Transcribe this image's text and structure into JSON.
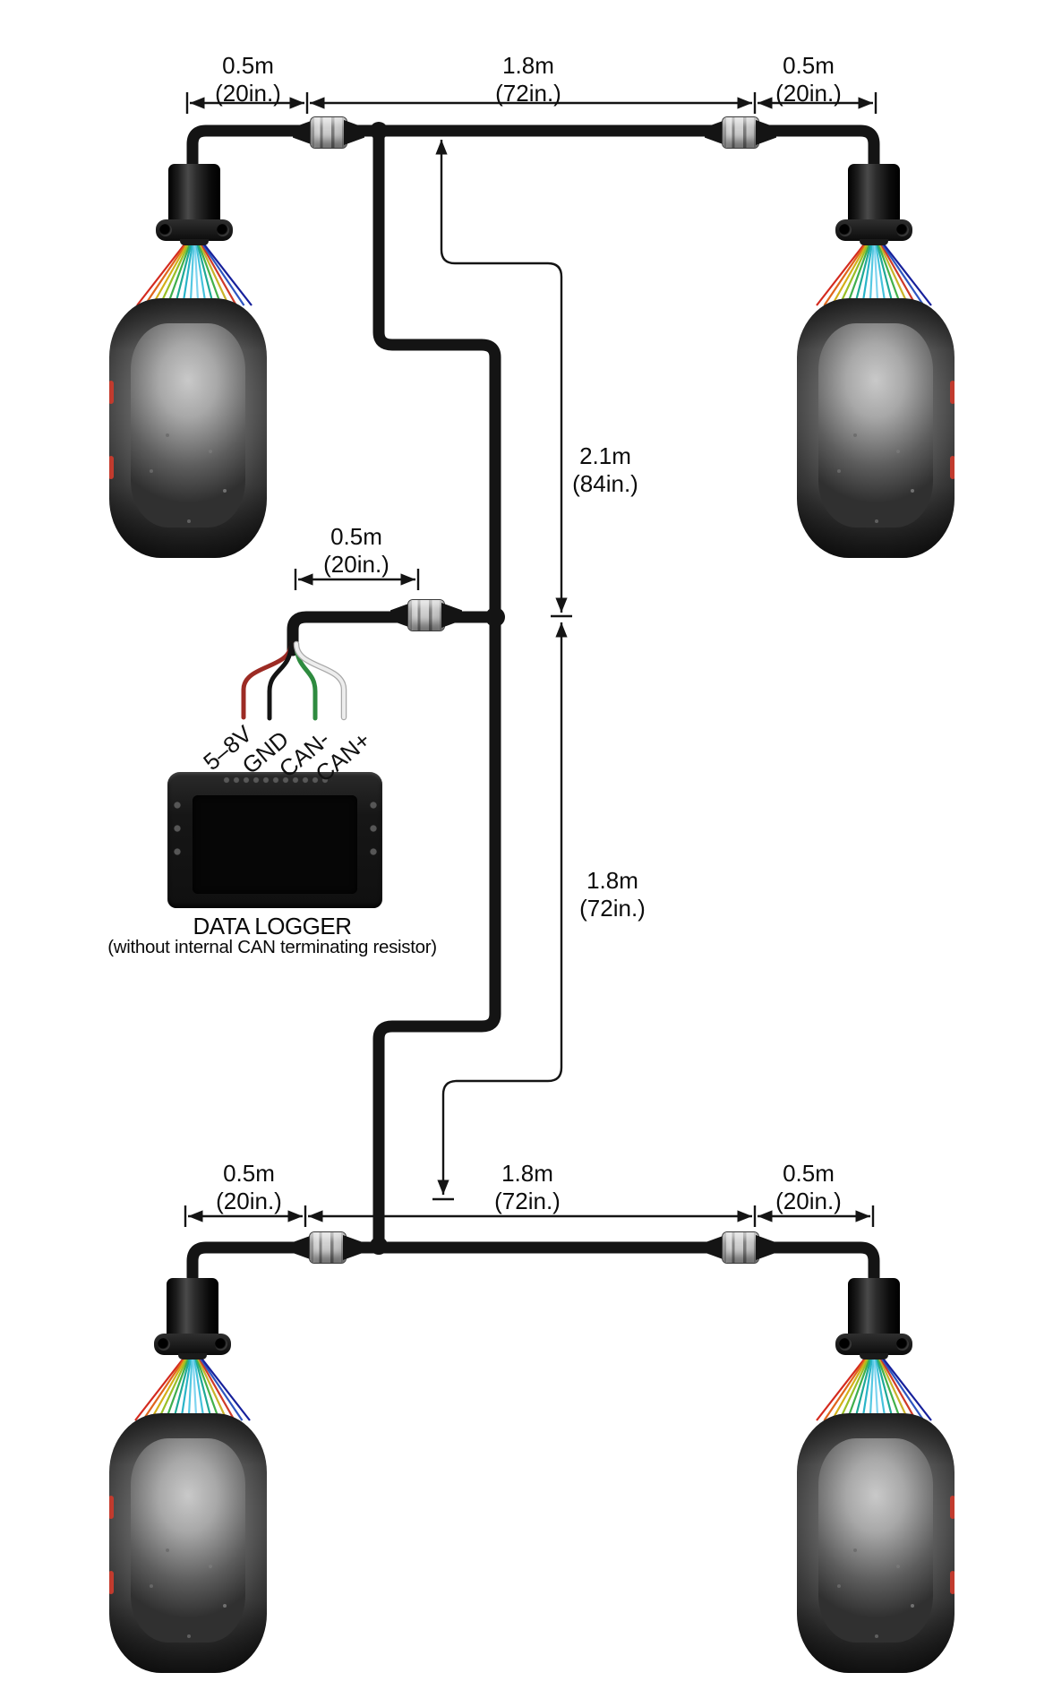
{
  "diagram": {
    "title_hidden": "",
    "dimensions": {
      "top_left": {
        "value": "0.5m",
        "imperial": "(20in.)"
      },
      "top_middle": {
        "value": "1.8m",
        "imperial": "(72in.)"
      },
      "top_right": {
        "value": "0.5m",
        "imperial": "(20in.)"
      },
      "trunk_upper": {
        "value": "2.1m",
        "imperial": "(84in.)"
      },
      "logger_spur": {
        "value": "0.5m",
        "imperial": "(20in.)"
      },
      "trunk_lower": {
        "value": "1.8m",
        "imperial": "(72in.)"
      },
      "bottom_left": {
        "value": "0.5m",
        "imperial": "(20in.)"
      },
      "bottom_middle": {
        "value": "1.8m",
        "imperial": "(72in.)"
      },
      "bottom_right": {
        "value": "0.5m",
        "imperial": "(20in.)"
      }
    },
    "wires": [
      {
        "label": "5–8V",
        "color": "#9c2b24"
      },
      {
        "label": "GND",
        "color": "#141414"
      },
      {
        "label": "CAN-",
        "color": "#2e8b3f"
      },
      {
        "label": "CAN+",
        "color": "#ededed"
      }
    ],
    "logger": {
      "title": "DATA LOGGER",
      "subtitle": "(without internal CAN terminating resistor)"
    },
    "colors": {
      "cable": "#141414",
      "dimension_line": "#141414",
      "tire_stripe": "#c23b2e",
      "connector_metal": "#c6c6c6"
    },
    "ray_colors": [
      "#d42a1e",
      "#e0661c",
      "#d3b019",
      "#9abf27",
      "#3fae4c",
      "#1fa996",
      "#2ab4c8",
      "#55c8e2",
      "#7fd4ef",
      "#46c2dc",
      "#1fa996",
      "#43b04a",
      "#c9b32a",
      "#cf3a28",
      "#2e55c0",
      "#16209b"
    ]
  }
}
